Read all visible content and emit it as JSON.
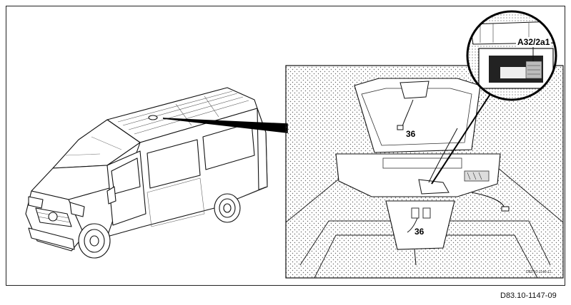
{
  "figure": {
    "reference": "D83.10-1147-09",
    "inset_reference": "D83.10-1146-11",
    "callouts": {
      "component_upper": "36",
      "component_lower": "36",
      "connector": "A32/2a1"
    }
  }
}
